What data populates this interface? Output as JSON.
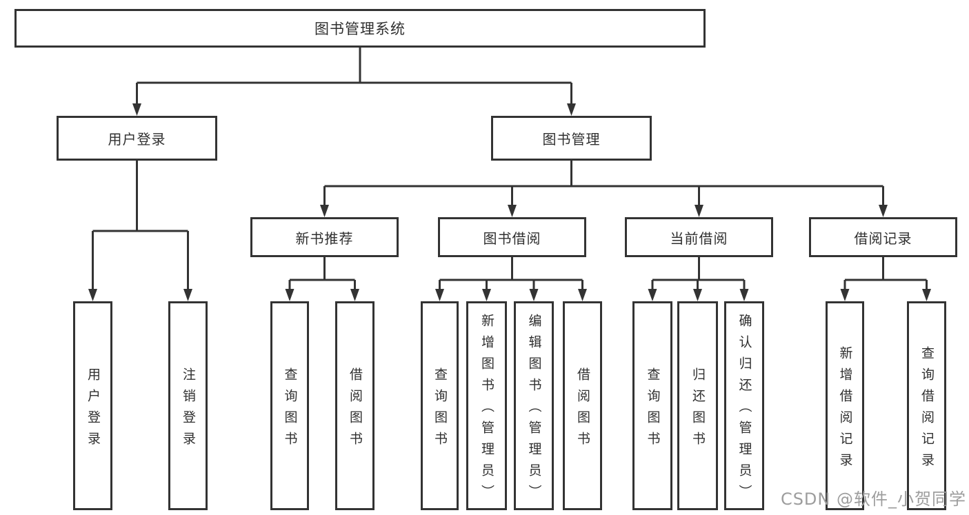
{
  "diagram": {
    "root": {
      "label": "图书管理系统"
    },
    "level2": [
      {
        "label": "用户登录"
      },
      {
        "label": "图书管理"
      }
    ],
    "level3": [
      {
        "label": "新书推荐",
        "parent": "图书管理"
      },
      {
        "label": "图书借阅",
        "parent": "图书管理"
      },
      {
        "label": "当前借阅",
        "parent": "图书管理"
      },
      {
        "label": "借阅记录",
        "parent": "图书管理"
      }
    ],
    "leaves": [
      {
        "label": "用户登录",
        "parent": "用户登录"
      },
      {
        "label": "注销登录",
        "parent": "用户登录"
      },
      {
        "label": "查询图书",
        "parent": "新书推荐"
      },
      {
        "label": "借阅图书",
        "parent": "新书推荐"
      },
      {
        "label": "查询图书",
        "parent": "图书借阅"
      },
      {
        "label": "新增图书（管理员）",
        "parent": "图书借阅"
      },
      {
        "label": "编辑图书（管理员）",
        "parent": "图书借阅"
      },
      {
        "label": "借阅图书",
        "parent": "图书借阅"
      },
      {
        "label": "查询图书",
        "parent": "当前借阅"
      },
      {
        "label": "归还图书",
        "parent": "当前借阅"
      },
      {
        "label": "确认归还（管理员）",
        "parent": "当前借阅"
      },
      {
        "label": "新增借阅记录",
        "parent": "借阅记录"
      },
      {
        "label": "查询借阅记录",
        "parent": "借阅记录"
      }
    ]
  },
  "watermark": {
    "text": "CSDN @软件_小贺同学"
  },
  "colors": {
    "line": "#333333",
    "box_border": "#333333",
    "text": "#2f2f2f",
    "watermark": "#9d9d9d",
    "background": "#ffffff"
  }
}
